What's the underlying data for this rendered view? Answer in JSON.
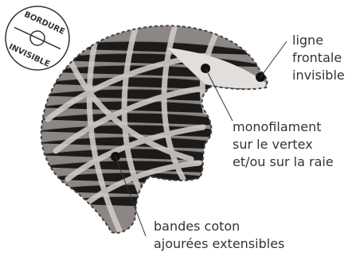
{
  "badge": {
    "line1": "BORDURE",
    "line2": "INVISIBLE"
  },
  "labels": {
    "front": [
      "ligne",
      "frontale",
      "invisible"
    ],
    "vertex": [
      "monofilament",
      "sur le vertex",
      "et/ou sur la raie"
    ],
    "bands": [
      "bandes coton",
      "ajourées extensibles"
    ]
  },
  "colors": {
    "wig_base": "#8c8784",
    "bands": "#cfcac6",
    "text": "#333333",
    "dot": "#111111",
    "dashed": "#444444"
  }
}
